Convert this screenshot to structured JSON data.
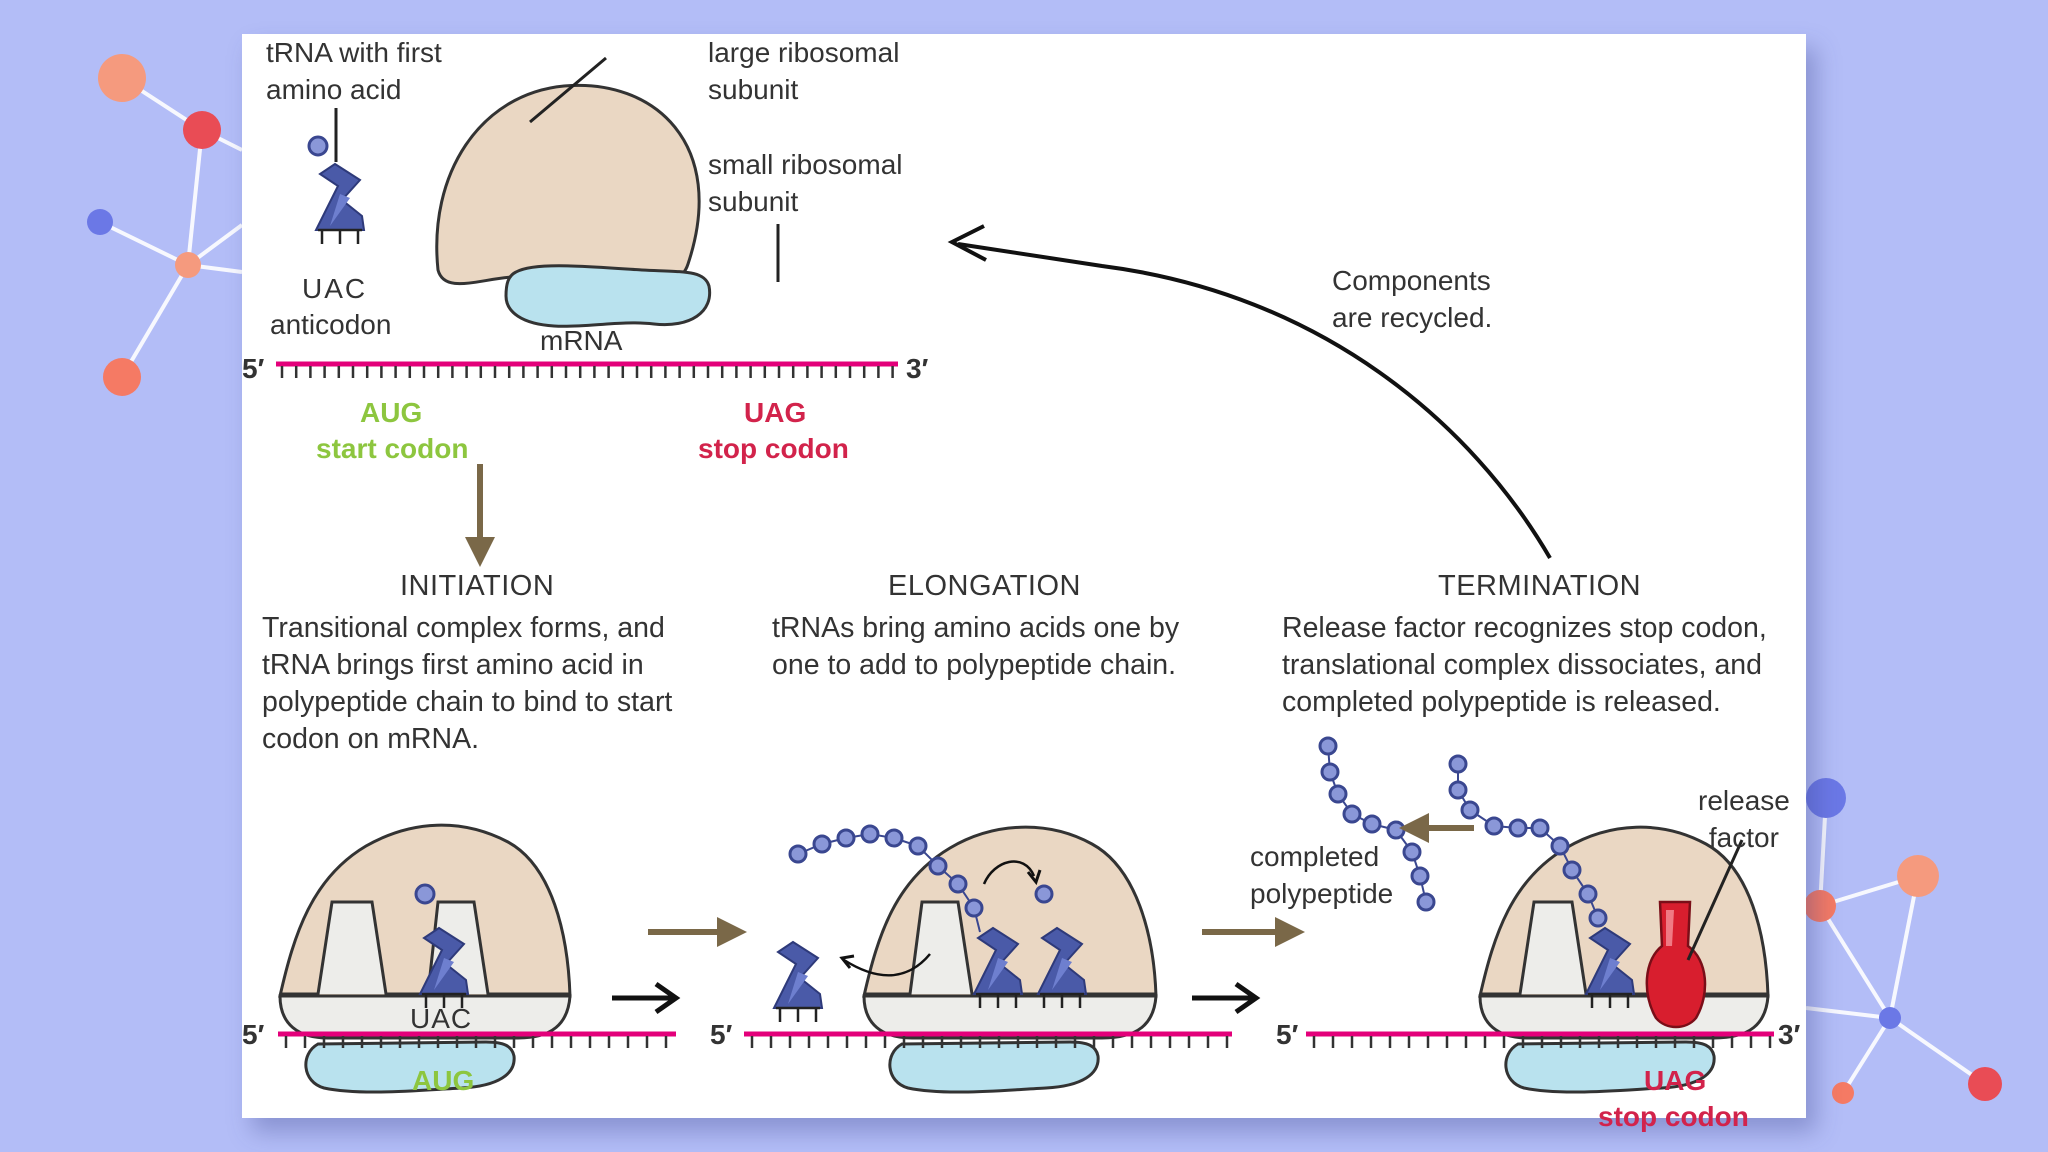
{
  "labels": {
    "trna_first": "tRNA with first\namino acid",
    "large_subunit": "large ribosomal\nsubunit",
    "small_subunit": "small ribosomal\nsubunit",
    "uac": "UAC",
    "anticodon": "anticodon",
    "mrna": "mRNA",
    "five_prime": "5′",
    "three_prime": "3′",
    "aug": "AUG",
    "start_codon": "start codon",
    "uag": "UAG",
    "stop_codon": "stop codon",
    "recycled": "Components\nare recycled.",
    "completed": "completed\npolypeptide",
    "release": "release\nfactor"
  },
  "stages": [
    {
      "title": "INITIATION",
      "text": "Transitional complex forms, and\ntRNA brings first amino acid in\npolypeptide chain to bind to start\ncodon on mRNA."
    },
    {
      "title": "ELONGATION",
      "text": "tRNAs bring amino acids one by\none to add to polypeptide chain."
    },
    {
      "title": "TERMINATION",
      "text": "Release factor recognizes stop codon,\ntranslational complex dissociates, and\ncompleted polypeptide is released."
    }
  ],
  "colors": {
    "mrna": "#e3007a",
    "large_subunit": "#ead7c3",
    "small_subunit": "#b9e2ee",
    "trna": "#4a5aa8",
    "start": "#8dc63f",
    "stop": "#d2234b",
    "release_factor": "#d81e2e",
    "arrow_brown": "#7a6848"
  }
}
